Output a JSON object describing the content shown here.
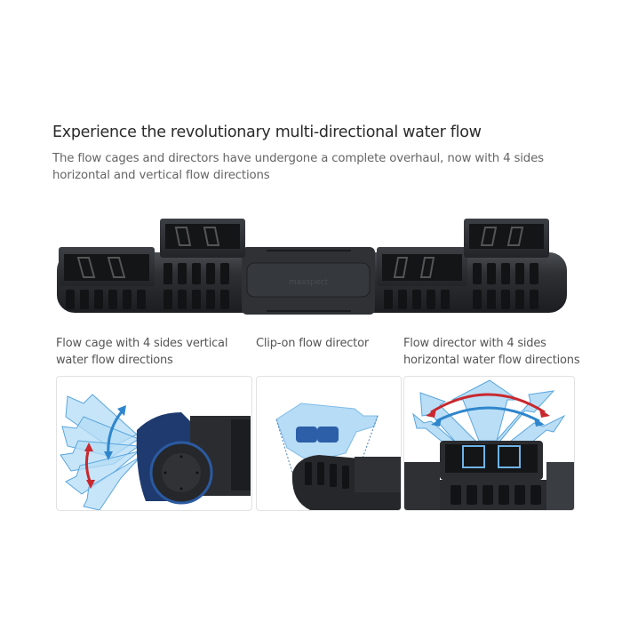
{
  "header": {
    "title": "Experience the revolutionary multi-directional water flow",
    "subtitle": "The flow cages and directors have undergone a complete overhaul, now with 4 sides horizontal and vertical flow directions"
  },
  "product": {
    "name": "wavemaker-pump",
    "logo_text": "maxspect",
    "body_color": "#2b2d30"
  },
  "features": [
    {
      "caption": "Flow cage with 4 sides vertical water flow directions",
      "image": "flow-cage-vertical"
    },
    {
      "caption": "Clip-on flow director",
      "image": "clip-on-director"
    },
    {
      "caption": "Flow director with 4 sides horizontal water flow directions",
      "image": "flow-director-horizontal"
    }
  ],
  "colors": {
    "flow_blue": "#9fd0f2",
    "flow_blue_stroke": "#4a9ad6",
    "arrow_red": "#c8282e",
    "arrow_blue": "#2f86cc"
  }
}
